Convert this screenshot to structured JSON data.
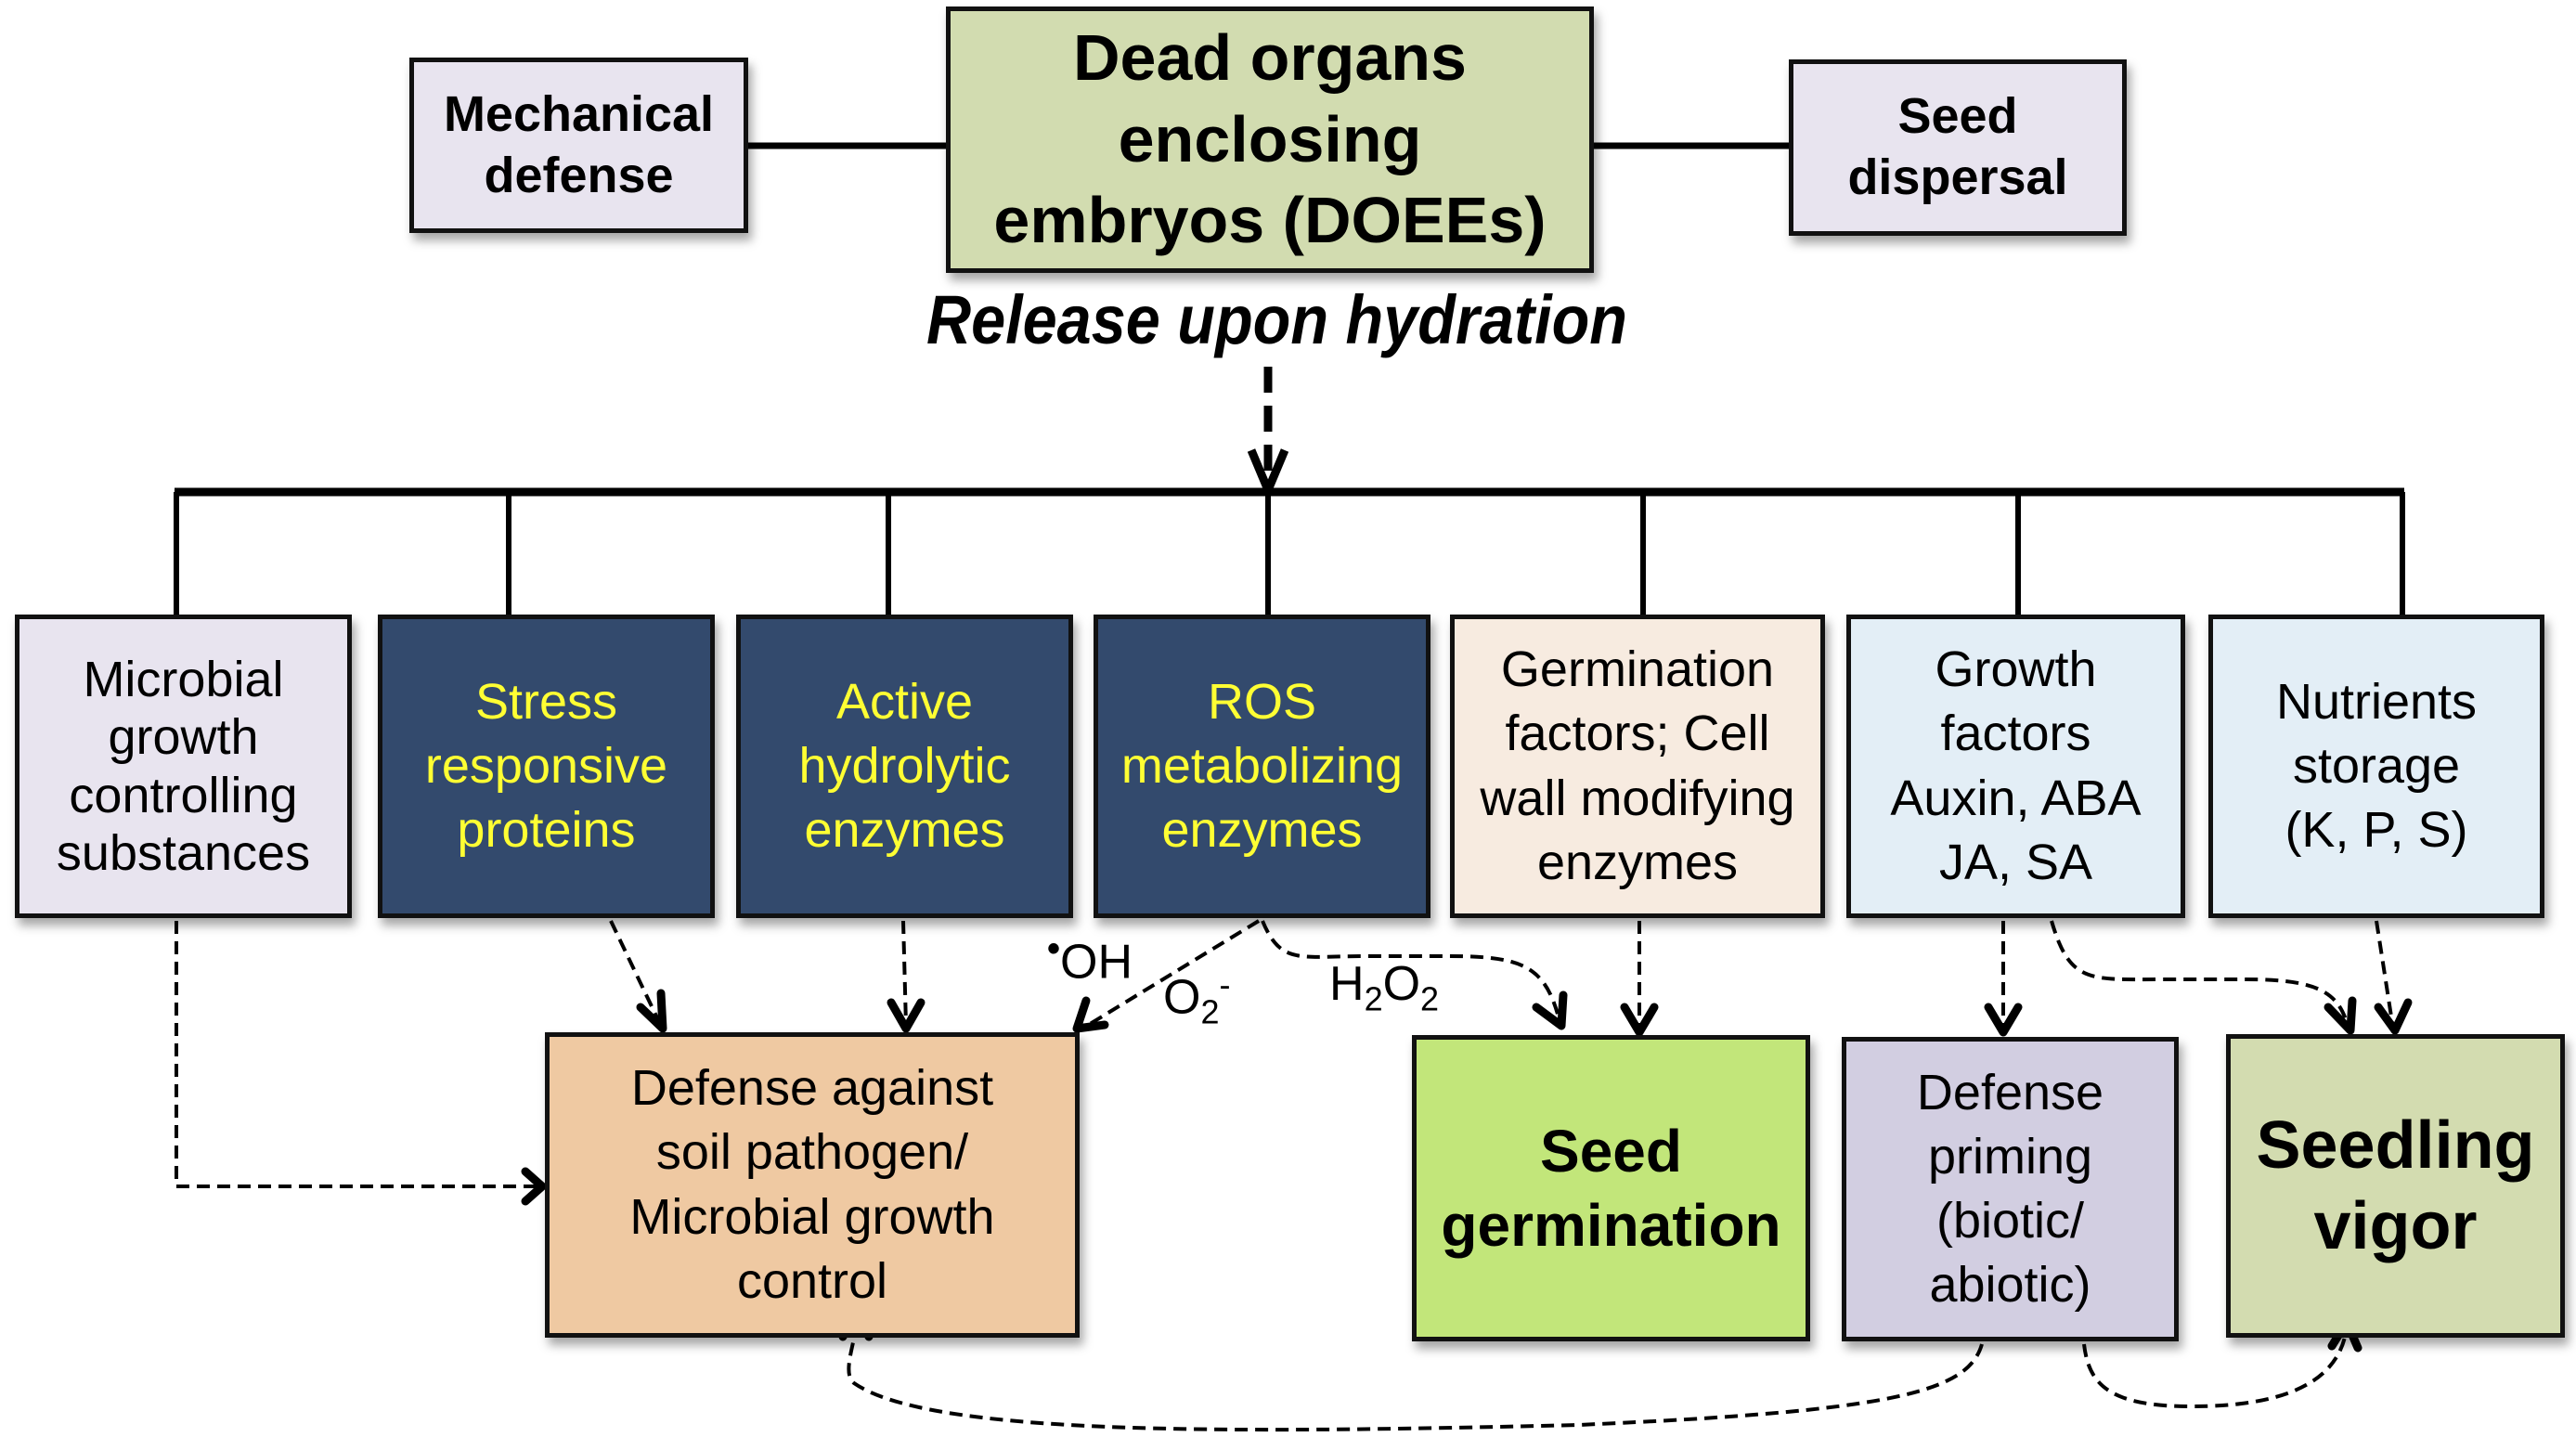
{
  "top": {
    "left_box": "Mechanical\ndefense",
    "center_box": "Dead organs\nenclosing\nembryos (DOEEs)",
    "right_box": "Seed\ndispersal",
    "release_label": "Release upon hydration"
  },
  "components": [
    {
      "label": "Microbial\ngrowth\ncontrolling\nsubstances",
      "color": "#e8e4ef"
    },
    {
      "label": "Stress\nresponsive\nproteins",
      "color": "#334a6d"
    },
    {
      "label": "Active\nhydrolytic\nenzymes",
      "color": "#334a6d"
    },
    {
      "label": "ROS\nmetabolizing\nenzymes",
      "color": "#334a6d"
    },
    {
      "label": "Germination\nfactors; Cell\nwall modifying\nenzymes",
      "color": "#f7ebe0"
    },
    {
      "label": "Growth\nfactors\nAuxin, ABA\nJA, SA",
      "color": "#e3eef6"
    },
    {
      "label": "Nutrients\nstorage\n(K, P, S)",
      "color": "#e3eef6"
    }
  ],
  "outcomes": [
    {
      "label": "Defense against\nsoil pathogen/\nMicrobial growth\ncontrol",
      "color": "#efc9a2"
    },
    {
      "label": "Seed\ngermination",
      "color": "#c2e67a"
    },
    {
      "label": "Defense\npriming\n(biotic/\nabiotic)",
      "color": "#d2cee1"
    },
    {
      "label": "Seedling\nvigor",
      "color": "#d3dcb0"
    }
  ],
  "ros_labels": {
    "hydroxyl": {
      "dot": "•",
      "main": "OH"
    },
    "superoxide": {
      "main": "O",
      "sub": "2",
      "sup": "-"
    },
    "peroxide": {
      "h": "H",
      "sub1": "2",
      "o": "O",
      "sub2": "2"
    }
  },
  "accent_text_color": "#ffff33"
}
